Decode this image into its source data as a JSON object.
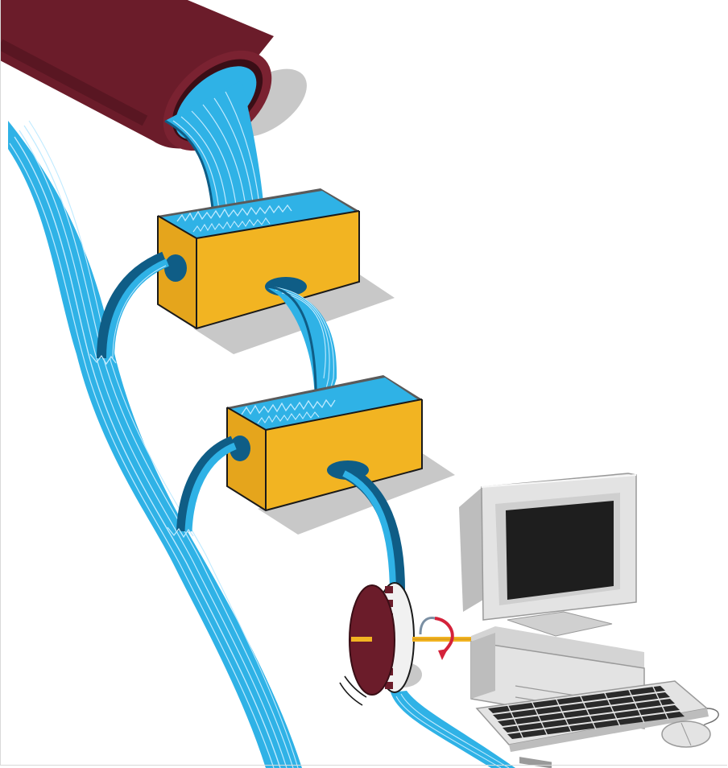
{
  "illustration": {
    "kind": "flow-diagram-illustration",
    "colors": {
      "pipe": "#6b1c2a",
      "pipe_dark": "#4a121c",
      "pipe_inner": "#3a0e16",
      "water": "#2fb2e6",
      "water_dark": "#1c8ec2",
      "water_line": "#bfeaff",
      "tank": "#f2b422",
      "tank_dark": "#c98d14",
      "tank_side": "#e5a51c",
      "hose": "#0f5d86",
      "meter_disc": "#6b1c2a",
      "shaft": "#f2b422",
      "arrow": "#d4223a",
      "computer_body": "#e3e3e3",
      "computer_shade": "#bdbdbd",
      "screen": "#1e1e1e",
      "keyboard_key": "#2a2a2a",
      "shadow": "#c8c8c8"
    },
    "parts": [
      "source-pipe",
      "upper-tank",
      "lower-tank",
      "river",
      "overflow-hose-upper",
      "overflow-hose-lower",
      "transfer-stream",
      "meter-hose",
      "flow-meter-wheel",
      "rotation-arrow-icon",
      "drive-shaft",
      "computer-monitor",
      "computer-base-unit",
      "keyboard",
      "mouse"
    ]
  }
}
